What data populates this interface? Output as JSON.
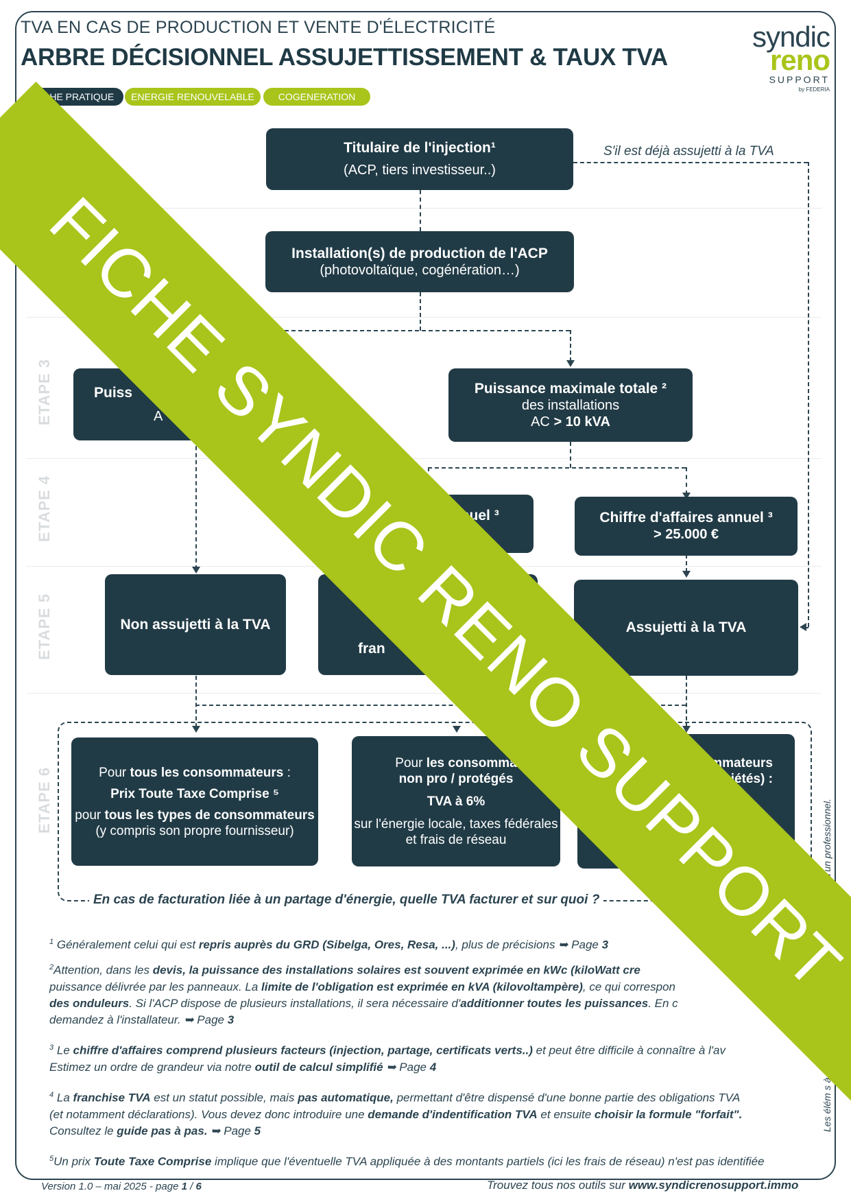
{
  "header": {
    "subtitle": "TVA EN CAS DE PRODUCTION ET VENTE D'ÉLECTRICITÉ",
    "title": "ARBRE DÉCISIONNEL ASSUJETTISSEMENT & TAUX TVA",
    "tags": [
      "FICHE PRATIQUE",
      "ENERGIE RENOUVELABLE",
      "COGENERATION"
    ]
  },
  "logo": {
    "line1": "syndic",
    "line2": "reno",
    "line3": "SUPPORT",
    "line4": "by FEDERIA"
  },
  "steps": [
    "ETAPE 3",
    "ETAPE 4",
    "ETAPE 5",
    "ETAPE 6"
  ],
  "boxes": {
    "titulaire": {
      "title": "Titulaire de l'injection¹",
      "sub": "(ACP, tiers investisseur..)"
    },
    "installation": {
      "title": "Installation(s) de production de l'ACP",
      "sub": "(photovoltaïque, cogénération…)"
    },
    "puissance_low": {
      "title": "Puiss",
      "sub": "A"
    },
    "puissance_high": {
      "title": "Puissance maximale totale ²",
      "sub": "des installations",
      "sub2": "AC ",
      "sub2b": "> 10 kVA"
    },
    "ca_low": {
      "title": "ires annuel ³",
      "sub": "0 €"
    },
    "ca_high": {
      "title": "Chiffre d'affaires annuel ³",
      "sub": "> 25.000 €"
    },
    "non_assujetti": {
      "title": "Non assujetti à la TVA"
    },
    "franchise": {
      "title": "fran"
    },
    "assujetti": {
      "title": "Assujetti à la TVA"
    },
    "tous": {
      "l1a": "Pour ",
      "l1b": "tous les consommateurs",
      "l1c": " :",
      "l2": "Prix Toute Taxe Comprise ⁵",
      "l3a": "pour ",
      "l3b": "tous les types de consommateurs",
      "l4": "(y compris son propre fournisseur)"
    },
    "nonpro": {
      "l1a": "Pour ",
      "l1b": "les consomma",
      "l2": "non pro / protégés",
      "l3": "TVA à 6%",
      "l4": "sur l'énergie locale, taxes fédérales et frais de réseau"
    },
    "pro": {
      "l1": "nsommateurs",
      "l2": "ls (sociétés) :",
      "l3": "%",
      "l4": "taxes",
      "l5": "eau"
    }
  },
  "notes": {
    "already": "S'il est déjà assujetti à la TVA",
    "question": "En cas de facturation liée à un partage d'énergie, quelle TVA facturer et sur quoi ?"
  },
  "footnotes": {
    "f1a": "Généralement celui qui est ",
    "f1b": "repris auprès du GRD (Sibelga, Ores, Resa, ...)",
    "f1c": ", plus de précisions  ➥ Page ",
    "f1d": "3",
    "f2a": "Attention, dans les ",
    "f2b": "devis, la puissance des installations solaires est souvent exprimée en kWc (kiloWatt cre",
    "f2c": "puissance délivrée par les panneaux. La ",
    "f2d": "limite de l'obligation est exprimée en kVA (kilovoltampère)",
    "f2e": ", ce qui correspon",
    "f2f": "des onduleurs",
    "f2g": ". Si l'ACP dispose de plusieurs installations, il sera nécessaire d'",
    "f2h": "additionner toutes les puissances",
    "f2i": ". En c",
    "f2j": "demandez à l'installateur.  ➥ Page ",
    "f2k": "3",
    "f3a": "Le ",
    "f3b": "chiffre d'affaires comprend plusieurs facteurs (injection, partage, certificats verts..)",
    "f3c": " et peut être difficile à connaître à l'av",
    "f3d": "Estimez un ordre de grandeur via notre ",
    "f3e": "outil de calcul simplifié",
    "f3f": "  ➥ Page ",
    "f3g": "4",
    "f4a": "La ",
    "f4b": "franchise TVA",
    "f4c": " est un statut possible, mais ",
    "f4d": "pas automatique,",
    "f4e": " permettant d'être dispensé d'une bonne partie des obligations TVA",
    "f4f": "(et notamment déclarations). Vous devez donc introduire une ",
    "f4g": "demande d'indentification TVA",
    "f4h": " et ensuite ",
    "f4i": "choisir la formule \"forfait\".",
    "f4j": "Consultez le ",
    "f4k": "guide pas à pas.",
    "f4l": "  ➥ Page ",
    "f4m": "5",
    "f5a": "Un prix ",
    "f5b": "Toute Taxe Comprise",
    "f5c": " implique que l'éventuelle TVA appliquée à des montants partiels (ici les frais de réseau) n'est pas identifiée"
  },
  "footer": {
    "version_a": "Version 1.0 – mai 2025 -  page ",
    "page": "1",
    "sep": " / ",
    "total": "6",
    "right_a": "Trouvez tous nos outils sur ",
    "right_b": "www.syndicrenosupport.immo"
  },
  "sidenote": "Les élém                                   s à titre informatif et ne remplacent pas le conseil d'un professionnel.",
  "banner": "FICHE SYNDIC RENO SUPPORT",
  "colors": {
    "dark": "#213b46",
    "green": "#a9c41a"
  }
}
